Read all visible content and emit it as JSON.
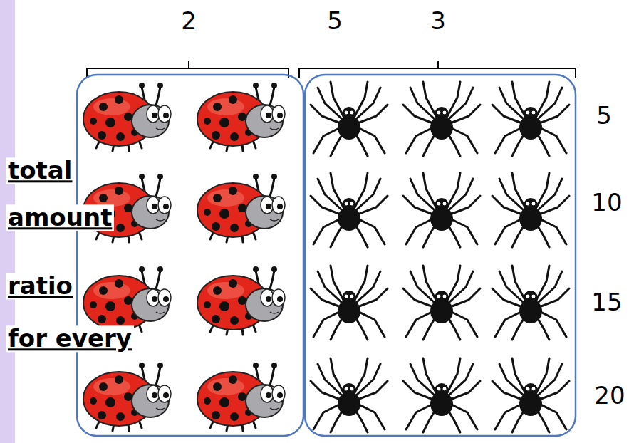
{
  "diagram": {
    "labels": [
      "2",
      "5",
      "3",
      "5",
      "10",
      "15",
      "20",
      "total",
      "amount",
      "ratio",
      "for every"
    ]
  }
}
